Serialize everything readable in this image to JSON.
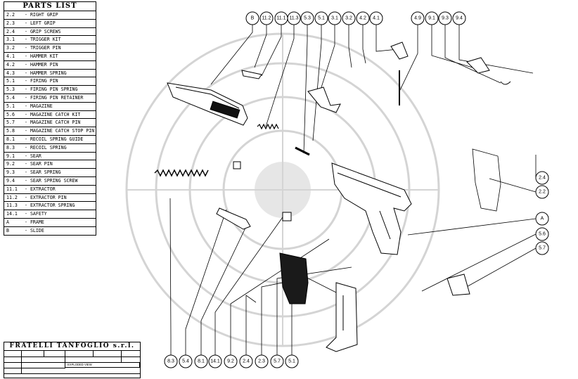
{
  "parts_list": {
    "title": "PARTS LIST",
    "items": [
      {
        "code": "2.2",
        "name": "- RIGHT GRIP"
      },
      {
        "code": "2.3",
        "name": "- LEFT GRIP"
      },
      {
        "code": "2.4",
        "name": "- GRIP SCREWS"
      },
      {
        "code": "3.1",
        "name": "- TRIGGER KIT"
      },
      {
        "code": "3.2",
        "name": "- TRIGGER PIN"
      },
      {
        "code": "4.1",
        "name": "- HAMMER KIT"
      },
      {
        "code": "4.2",
        "name": "- HAMMER PIN"
      },
      {
        "code": "4.3",
        "name": "- HAMMER SPRING"
      },
      {
        "code": "5.1",
        "name": "- FIRING PIN"
      },
      {
        "code": "5.3",
        "name": "- FIRING PIN SPRING"
      },
      {
        "code": "5.4",
        "name": "- FIRING PIN RETAINER"
      },
      {
        "code": "5.1",
        "name": "- MAGAZINE"
      },
      {
        "code": "5.6",
        "name": "- MAGAZINE CATCH KIT"
      },
      {
        "code": "5.7",
        "name": "- MAGAZINE CATCH PIN"
      },
      {
        "code": "5.8",
        "name": "- MAGAZINE CATCH STOP PIN"
      },
      {
        "code": "8.1",
        "name": "- RECOIL SPRING GUIDE"
      },
      {
        "code": "8.3",
        "name": "- RECOIL SPRING"
      },
      {
        "code": "9.1",
        "name": "- SEAR"
      },
      {
        "code": "9.2",
        "name": "- SEAR PIN"
      },
      {
        "code": "9.3",
        "name": "- SEAR SPRING"
      },
      {
        "code": "9.4",
        "name": "- SEAR SPRING SCREW"
      },
      {
        "code": "11.1",
        "name": "- EXTRACTOR"
      },
      {
        "code": "11.2",
        "name": "- EXTRACTOR PIN"
      },
      {
        "code": "11.3",
        "name": "- EXTRACTOR SPRING"
      },
      {
        "code": "14.1",
        "name": "- SAFETY"
      },
      {
        "code": "A",
        "name": "- FRAME"
      },
      {
        "code": "B",
        "name": "- SLIDE"
      }
    ]
  },
  "callouts_top": [
    "B",
    "11.2",
    "11.1",
    "11.3",
    "5.3",
    "5.1",
    "3.1",
    "3.2",
    "4.2",
    "4.1",
    "4.9",
    "9.1",
    "9.3",
    "9.4"
  ],
  "callouts_right": [
    "2.4",
    "2.2",
    "A",
    "5.6",
    "5.7"
  ],
  "callouts_bottom": [
    "8.3",
    "5.4",
    "8.1",
    "14.1",
    "9.2",
    "2.4",
    "2.3",
    "5.7",
    "5.1"
  ],
  "title_block": {
    "company": "FRATELLI TANFOGLIO s.r.l.",
    "view": "EXPLODED VIEW"
  },
  "colors": {
    "line": "#000000",
    "watermark": "#c8c8c8",
    "background": "#ffffff"
  }
}
